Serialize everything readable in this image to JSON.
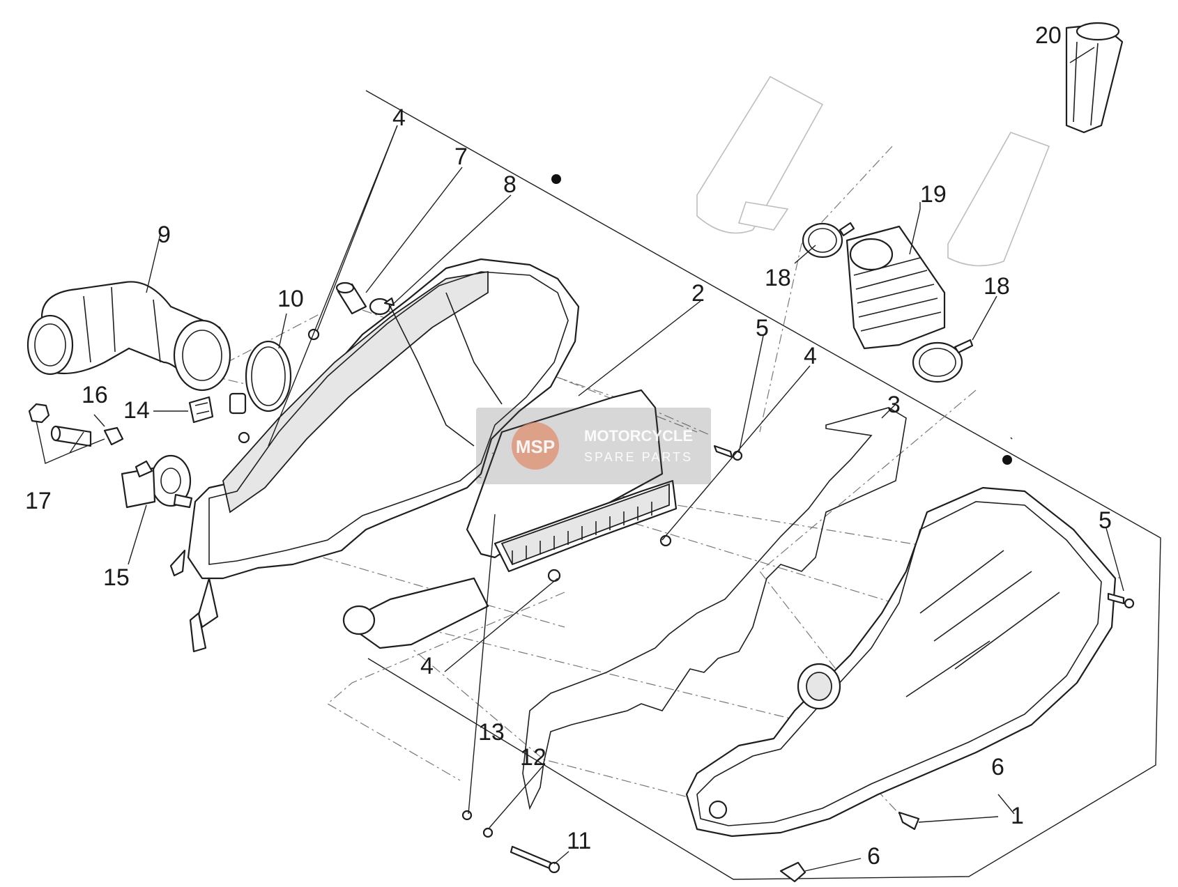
{
  "watermark": {
    "line1": "MOTORCYCLE",
    "line2": "SPARE PARTS",
    "logo": "MSP"
  },
  "callouts": {
    "c1": "1",
    "c2": "2",
    "c3": "3",
    "c4a": "4",
    "c4b": "4",
    "c4c": "4",
    "c5a": "5",
    "c5b": "5",
    "c6a": "6",
    "c6b": "6",
    "c7": "7",
    "c8": "8",
    "c9": "9",
    "c10": "10",
    "c11": "11",
    "c12": "12",
    "c13": "13",
    "c14": "14",
    "c15": "15",
    "c16": "16",
    "c17": "17",
    "c18a": "18",
    "c18b": "18",
    "c19": "19",
    "c20": "20"
  }
}
